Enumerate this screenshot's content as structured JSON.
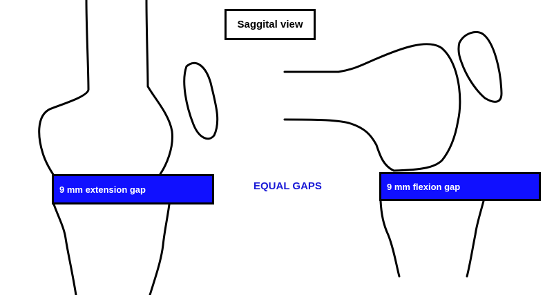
{
  "title": "Saggital view",
  "extension_gap": {
    "label": "9 mm extension gap"
  },
  "flexion_gap": {
    "label": "9 mm flexion gap"
  },
  "center_label": "EQUAL GAPS",
  "colors": {
    "gap_fill": "#1010ff",
    "center_text": "#1a1ad6",
    "outline": "#000000"
  }
}
